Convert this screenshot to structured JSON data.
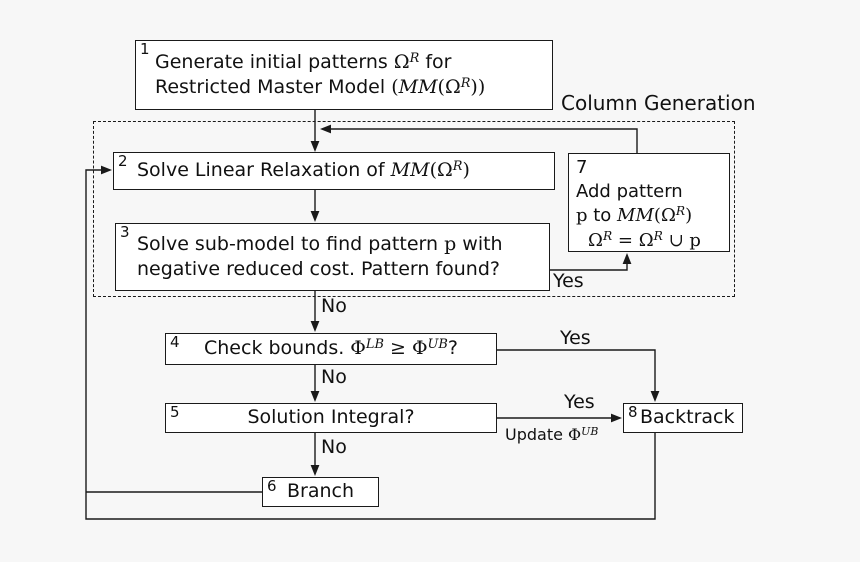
{
  "title": "Column Generation",
  "colors": {
    "background": "#f7f7f7",
    "box_fill": "#ffffff",
    "stroke": "#1a1a1a"
  },
  "boxes": {
    "b1": {
      "num": "1",
      "l1a": "Generate initial patterns ",
      "l1b": "Ω",
      "l1c": "R",
      "l1d": " for",
      "l2a": "Restricted Master Model ",
      "l2b": "(",
      "l2c": "MM",
      "l2d": "(Ω",
      "l2e": "R",
      "l2f": "))"
    },
    "b2": {
      "num": "2",
      "a": "Solve Linear Relaxation of ",
      "b": "MM",
      "c": "(Ω",
      "d": "R",
      "e": ")"
    },
    "b3": {
      "num": "3",
      "l1a": "Solve sub-model to find pattern ",
      "l1b": "p",
      "l1c": " with",
      "l2": "negative reduced cost. Pattern found?"
    },
    "b7": {
      "num": "7",
      "l1": "Add pattern",
      "l2a": "p",
      "l2b": " to ",
      "l2c": "MM",
      "l2d": "(Ω",
      "l2e": "R",
      "l2f": ")",
      "l3a": "Ω",
      "l3b": "R",
      "l3c": " = ",
      "l3d": "Ω",
      "l3e": "R",
      "l3f": " ∪ ",
      "l3g": "p"
    },
    "b4": {
      "num": "4",
      "a": "Check bounds. ",
      "b": "Φ",
      "c": "LB",
      "d": " ≥ ",
      "e": "Φ",
      "f": "UB",
      "g": "?"
    },
    "b5": {
      "num": "5",
      "label": "Solution Integral?"
    },
    "b8": {
      "num": "8",
      "label": "Backtrack"
    },
    "b6": {
      "num": "6",
      "label": "Branch"
    }
  },
  "edges": {
    "yes_found": "Yes",
    "no_found": "No",
    "yes_bounds": "Yes",
    "no_bounds": "No",
    "yes_integral": "Yes",
    "no_integral": "No",
    "update_a": "Update ",
    "update_b": "Φ",
    "update_c": "UB"
  }
}
